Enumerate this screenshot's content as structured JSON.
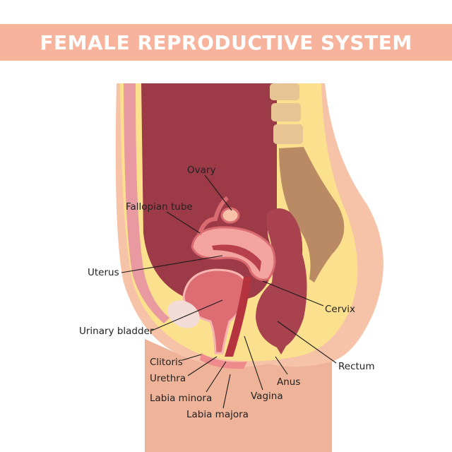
{
  "title": "FEMALE REPRODUCTIVE SYSTEM",
  "colors": {
    "banner": "#f8b39c",
    "skin": "#f2bda3",
    "fat": "#fbe28e",
    "cavity": "#9a3845",
    "uterus": "#ee9a9a",
    "bone": "#e8c897",
    "sacrum": "#b98a63"
  },
  "labels": {
    "ovary": "Ovary",
    "fallopian_tube": "Fallopian tube",
    "uterus": "Uterus",
    "cervix": "Cervix",
    "urinary_bladder": "Urinary bladder",
    "clitoris": "Clitoris",
    "urethra": "Urethra",
    "labia_minora": "Labia minora",
    "labia_majora": "Labia majora",
    "vagina": "Vagina",
    "anus": "Anus",
    "rectum": "Rectum"
  }
}
